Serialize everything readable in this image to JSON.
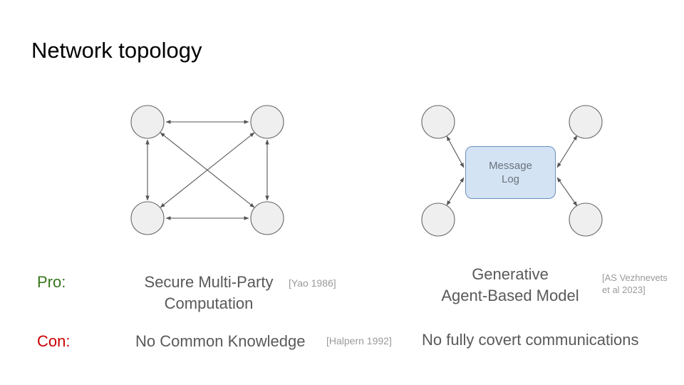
{
  "slide": {
    "title": "Network topology"
  },
  "colors": {
    "pro_green": "#38761d",
    "con_red": "#cc0000",
    "body_gray": "#595959",
    "citation_gray": "#9a9a9a",
    "node_fill": "#efefef",
    "node_stroke": "#666666",
    "arrow": "#555555",
    "hub_fill": "#d4e3f4",
    "hub_stroke": "#6c8ebf",
    "hub_text": "#6a737c"
  },
  "right_diagram": {
    "hub_label_line1": "Message",
    "hub_label_line2": "Log"
  },
  "pro_row": {
    "label": "Pro:",
    "left_line1": "Secure Multi-Party",
    "left_line2": "Computation",
    "left_citation": "[Yao 1986]",
    "right_line1": "Generative",
    "right_line2": "Agent-Based Model",
    "right_citation_line1": "[AS Vezhnevets",
    "right_citation_line2": "et al 2023]"
  },
  "con_row": {
    "label": "Con:",
    "left_text": "No Common Knowledge",
    "left_citation": "[Halpern 1992]",
    "right_text": "No fully covert communications"
  }
}
